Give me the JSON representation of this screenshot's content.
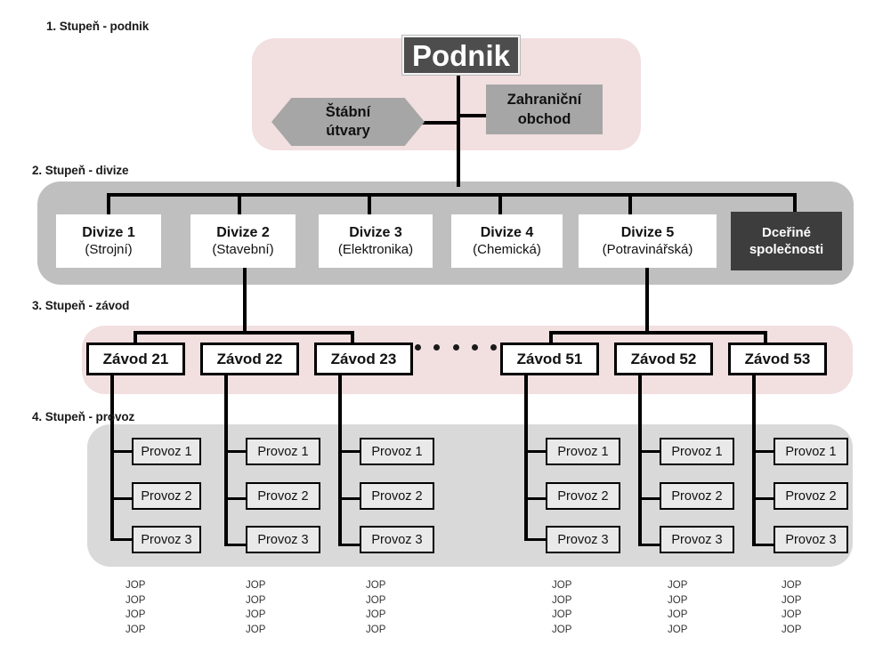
{
  "levels": [
    {
      "label": "1. Stupeň - podnik"
    },
    {
      "label": "2. Stupeň - divize"
    },
    {
      "label": "3. Stupeň - závod"
    },
    {
      "label": "4. Stupeň - provoz"
    }
  ],
  "enterprise": {
    "title": "Podnik",
    "staff_units": "Štábní\nútvary",
    "staff_units_line1": "Štábní",
    "staff_units_line2": "útvary",
    "foreign_trade_line1": "Zahraniční",
    "foreign_trade_line2": "obchod"
  },
  "divisions": [
    {
      "title": "Divize 1",
      "subtitle": "(Strojní)"
    },
    {
      "title": "Divize 2",
      "subtitle": "(Stavební)"
    },
    {
      "title": "Divize 3",
      "subtitle": "(Elektronika)"
    },
    {
      "title": "Divize 4",
      "subtitle": "(Chemická)"
    },
    {
      "title": "Divize 5",
      "subtitle": "(Potravinářská)"
    }
  ],
  "subsidiaries": {
    "line1": "Dceřiné",
    "line2": "společnosti"
  },
  "plants": [
    {
      "label": "Závod 21"
    },
    {
      "label": "Závod 22"
    },
    {
      "label": "Závod 23"
    },
    {
      "label": "Závod 51"
    },
    {
      "label": "Závod 52"
    },
    {
      "label": "Závod 53"
    }
  ],
  "ellipsis_dot_count": 5,
  "operations_labels": [
    "Provoz 1",
    "Provoz 2",
    "Provoz 3"
  ],
  "operations_columns": [
    {
      "items": [
        "Provoz 1",
        "Provoz 2",
        "Provoz 3"
      ]
    },
    {
      "items": [
        "Provoz 1",
        "Provoz 2",
        "Provoz 3"
      ]
    },
    {
      "items": [
        "Provoz 1",
        "Provoz 2",
        "Provoz 3"
      ]
    },
    {
      "items": [
        "Provoz 1",
        "Provoz 2",
        "Provoz 3"
      ]
    },
    {
      "items": [
        "Provoz 1",
        "Provoz 2",
        "Provoz 3"
      ]
    },
    {
      "items": [
        "Provoz 1",
        "Provoz 2",
        "Provoz 3"
      ]
    }
  ],
  "jop": {
    "label": "JOP",
    "rows_per_column": 4,
    "columns": [
      {
        "rows": [
          "JOP",
          "JOP",
          "JOP",
          "JOP"
        ]
      },
      {
        "rows": [
          "JOP",
          "JOP",
          "JOP",
          "JOP"
        ]
      },
      {
        "rows": [
          "JOP",
          "JOP",
          "JOP",
          "JOP"
        ]
      },
      {
        "rows": [
          "JOP",
          "JOP",
          "JOP",
          "JOP"
        ]
      },
      {
        "rows": [
          "JOP",
          "JOP",
          "JOP",
          "JOP"
        ]
      },
      {
        "rows": [
          "JOP",
          "JOP",
          "JOP",
          "JOP"
        ]
      }
    ]
  },
  "colors": {
    "band_pink": "#f2dfe0",
    "band_gray": "#bfbfbf",
    "band_light": "#d9d9d9",
    "enterprise_box": "#4d4d4d",
    "subsidiary_box": "#3d3d3d",
    "accent_gray": "#a6a6a6",
    "connector": "#000000",
    "page_background": "#ffffff"
  }
}
